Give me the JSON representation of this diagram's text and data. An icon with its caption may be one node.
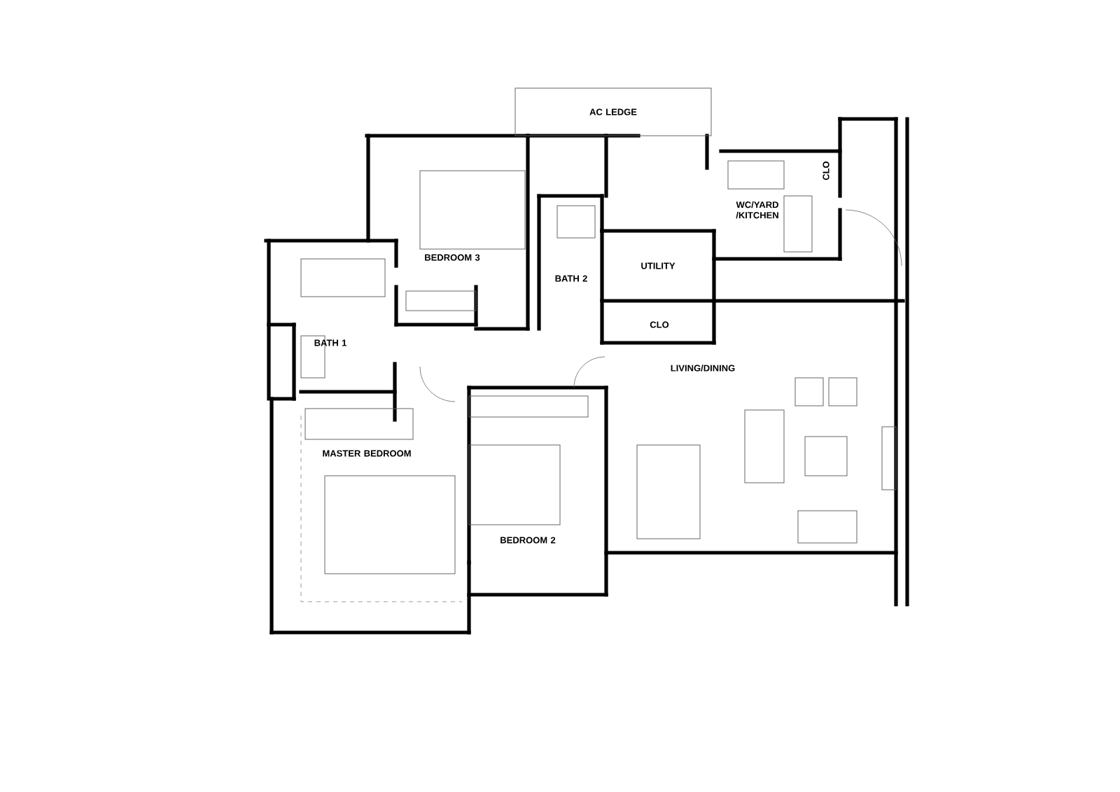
{
  "diagram": {
    "labels": [
      "AC LEDGE",
      "CLO",
      "WC/YARD /KITCHEN",
      "BEDROOM 3",
      "UTILITY",
      "BATH 2",
      "BATH 1",
      "CLO",
      "LIVING/DINING",
      "MASTER BEDROOM",
      "BEDROOM 2"
    ]
  }
}
